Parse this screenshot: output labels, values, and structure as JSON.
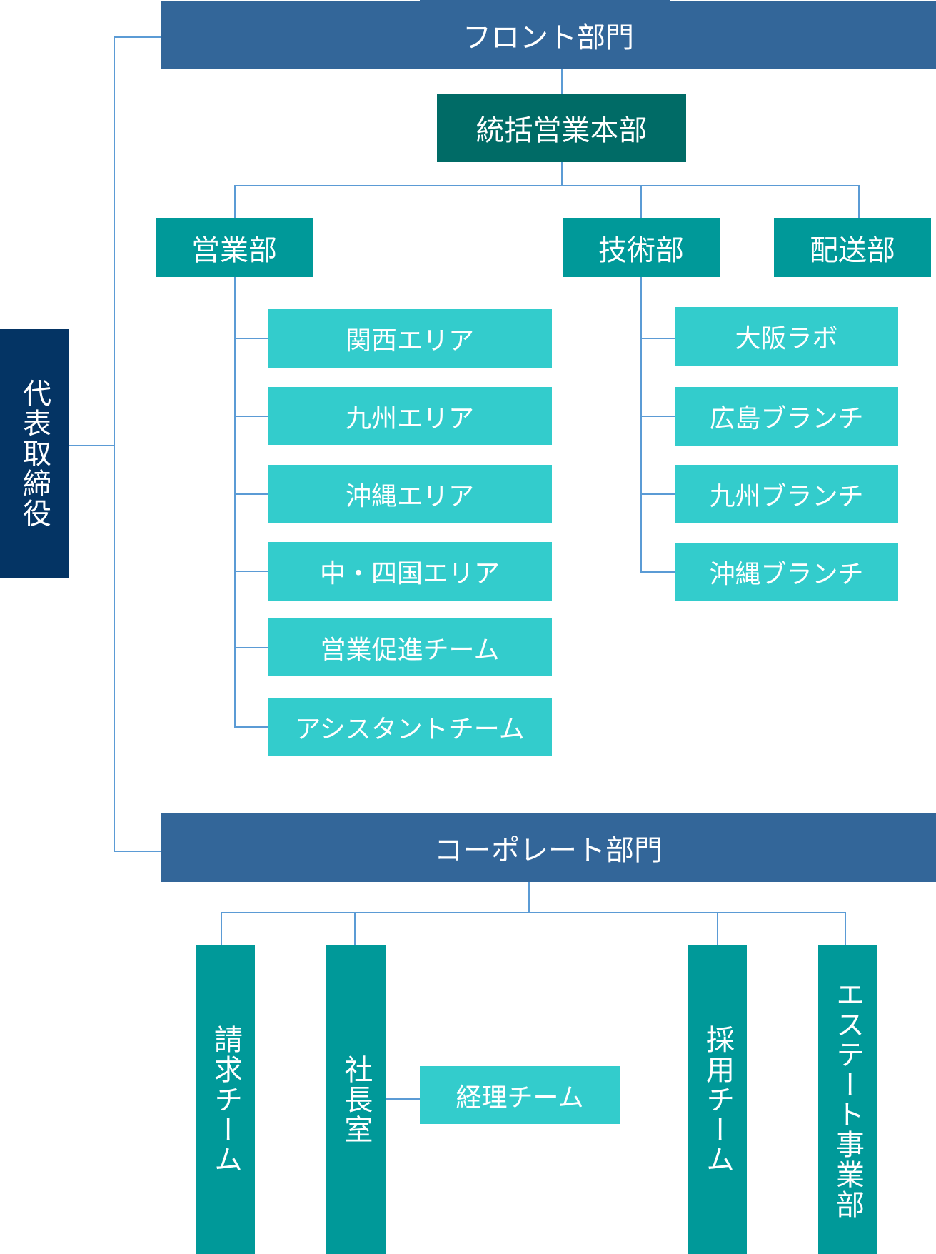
{
  "executive": {
    "label": "代表取締役"
  },
  "front_division": {
    "label": "フロント部門",
    "headquarters": {
      "label": "統括営業本部"
    },
    "departments": [
      {
        "label": "営業部",
        "units": [
          "関西エリア",
          "九州エリア",
          "沖縄エリア",
          "中・四国エリア",
          "営業促進チーム",
          "アシスタントチーム"
        ]
      },
      {
        "label": "技術部",
        "units": [
          "大阪ラボ",
          "広島ブランチ",
          "九州ブランチ",
          "沖縄ブランチ"
        ]
      },
      {
        "label": "配送部",
        "units": []
      }
    ]
  },
  "corporate_division": {
    "label": "コーポレート部門",
    "teams": [
      {
        "label": "請求チーム"
      },
      {
        "label": "社長室",
        "sub": {
          "label": "経理チーム"
        }
      },
      {
        "label": "採用チーム"
      },
      {
        "label": "エステート事業部"
      }
    ]
  },
  "colors": {
    "division": "#336699",
    "executive": "#043464",
    "headquarters": "#006b66",
    "department": "#009999",
    "unit": "#33cccc",
    "connector": "#5b9bd5"
  }
}
